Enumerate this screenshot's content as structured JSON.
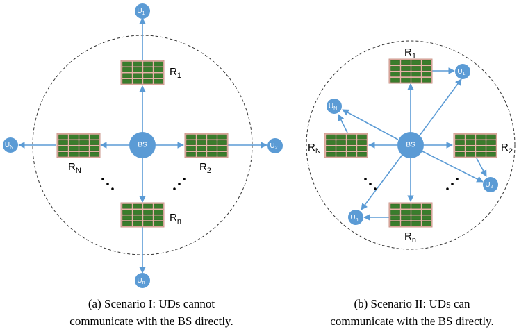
{
  "scenario_a": {
    "bs": "BS",
    "relays": {
      "r1": "R",
      "r1_sub": "1",
      "r2": "R",
      "r2_sub": "2",
      "rn": "R",
      "rn_sub": "n",
      "rN": "R",
      "rN_sub": "N"
    },
    "users": {
      "u1": "U",
      "u1_sub": "1",
      "u2": "U",
      "u2_sub": "2",
      "un": "U",
      "un_sub": "n",
      "uN": "U",
      "uN_sub": "N"
    },
    "caption_line1": "(a) Scenario I: UDs cannot",
    "caption_line2": "communicate with the BS directly."
  },
  "scenario_b": {
    "bs": "BS",
    "relays": {
      "r1": "R",
      "r1_sub": "1",
      "r2": "R",
      "r2_sub": "2",
      "rn": "R",
      "rn_sub": "n",
      "rN": "R",
      "rN_sub": "N"
    },
    "users": {
      "u1": "U",
      "u1_sub": "1",
      "u2": "U",
      "u2_sub": "2",
      "un": "U",
      "un_sub": "n",
      "uN": "U",
      "uN_sub": "N"
    },
    "caption_line1": "(b) Scenario II: UDs can",
    "caption_line2": "communicate with the BS directly."
  },
  "colors": {
    "node": "#5b9bd5",
    "arrow": "#5b9bd5",
    "relay_frame": "#e8b4a8",
    "relay_cell": "#3a7d2c",
    "circle_border": "#333333"
  }
}
